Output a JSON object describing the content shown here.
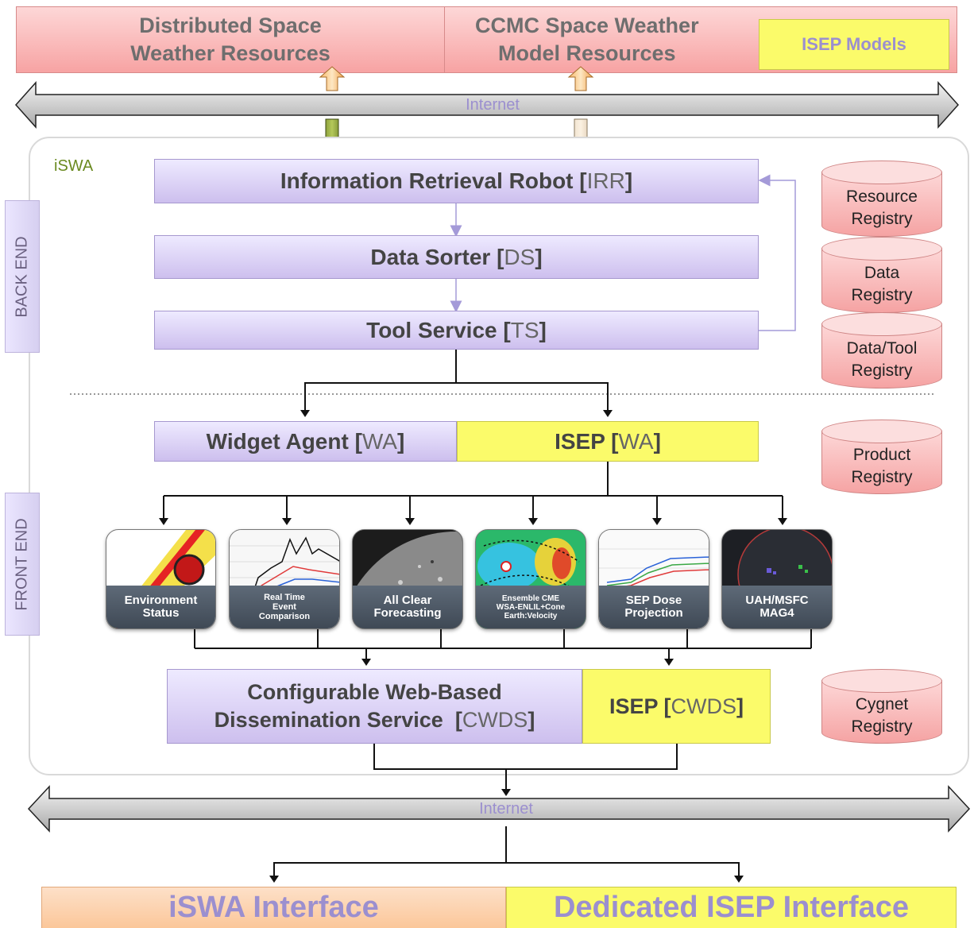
{
  "top": {
    "distributed": "Distributed Space\nWeather Resources",
    "ccmc": "CCMC Space Weather\nModel Resources",
    "isep_models": "ISEP Models"
  },
  "internet_label": "Internet",
  "iswa_label": "iSWA",
  "side_labels": {
    "back_end": "BACK END",
    "front_end": "FRONT END"
  },
  "services": {
    "irr": {
      "name": "Information Retrieval Robot ",
      "open": "[",
      "abbr": "IRR",
      "close": "]"
    },
    "ds": {
      "name": "Data Sorter ",
      "open": "[",
      "abbr": "DS",
      "close": "]"
    },
    "ts": {
      "name": "Tool Service ",
      "open": "[",
      "abbr": "TS",
      "close": "]"
    },
    "wa": {
      "name": "Widget Agent ",
      "open": "[",
      "abbr": "WA",
      "close": "]"
    },
    "isep_wa": {
      "name": "ISEP ",
      "open": "[",
      "abbr": "WA",
      "close": "]"
    },
    "cwds": {
      "line1": "Configurable Web-Based",
      "name": "Dissemination Service  ",
      "open": "[",
      "abbr": "CWDS",
      "close": "]"
    },
    "isep_cwds": {
      "name": "ISEP ",
      "open": "[",
      "abbr": "CWDS",
      "close": "]"
    }
  },
  "registries": {
    "resource": "Resource\nRegistry",
    "data": "Data\nRegistry",
    "data_tool": "Data/Tool\nRegistry",
    "product": "Product\nRegistry",
    "cygnet": "Cygnet\nRegistry"
  },
  "widgets": [
    {
      "label": "Environment\nStatus",
      "icon": "environment-status-icon"
    },
    {
      "label": "Real Time\nEvent\nComparison",
      "icon": "real-time-chart-icon"
    },
    {
      "label": "All Clear\nForecasting",
      "icon": "solar-disk-icon"
    },
    {
      "label": "Ensemble CME\nWSA-ENLIL+Cone\nEarth:Velocity",
      "icon": "cme-model-icon"
    },
    {
      "label": "SEP Dose\nProjection",
      "icon": "dose-chart-icon"
    },
    {
      "label": "UAH/MSFC\nMAG4",
      "icon": "magnetogram-icon"
    }
  ],
  "bottom": {
    "iswa_interface": "iSWA Interface",
    "isep_interface": "Dedicated ISEP Interface"
  },
  "colors": {
    "purple_box": "#cdbfee",
    "yellow_box": "#fbfb6a",
    "red_box": "#f7a3a3",
    "orange_box": "#fbc79a",
    "internet_text": "#9b8fcf"
  }
}
